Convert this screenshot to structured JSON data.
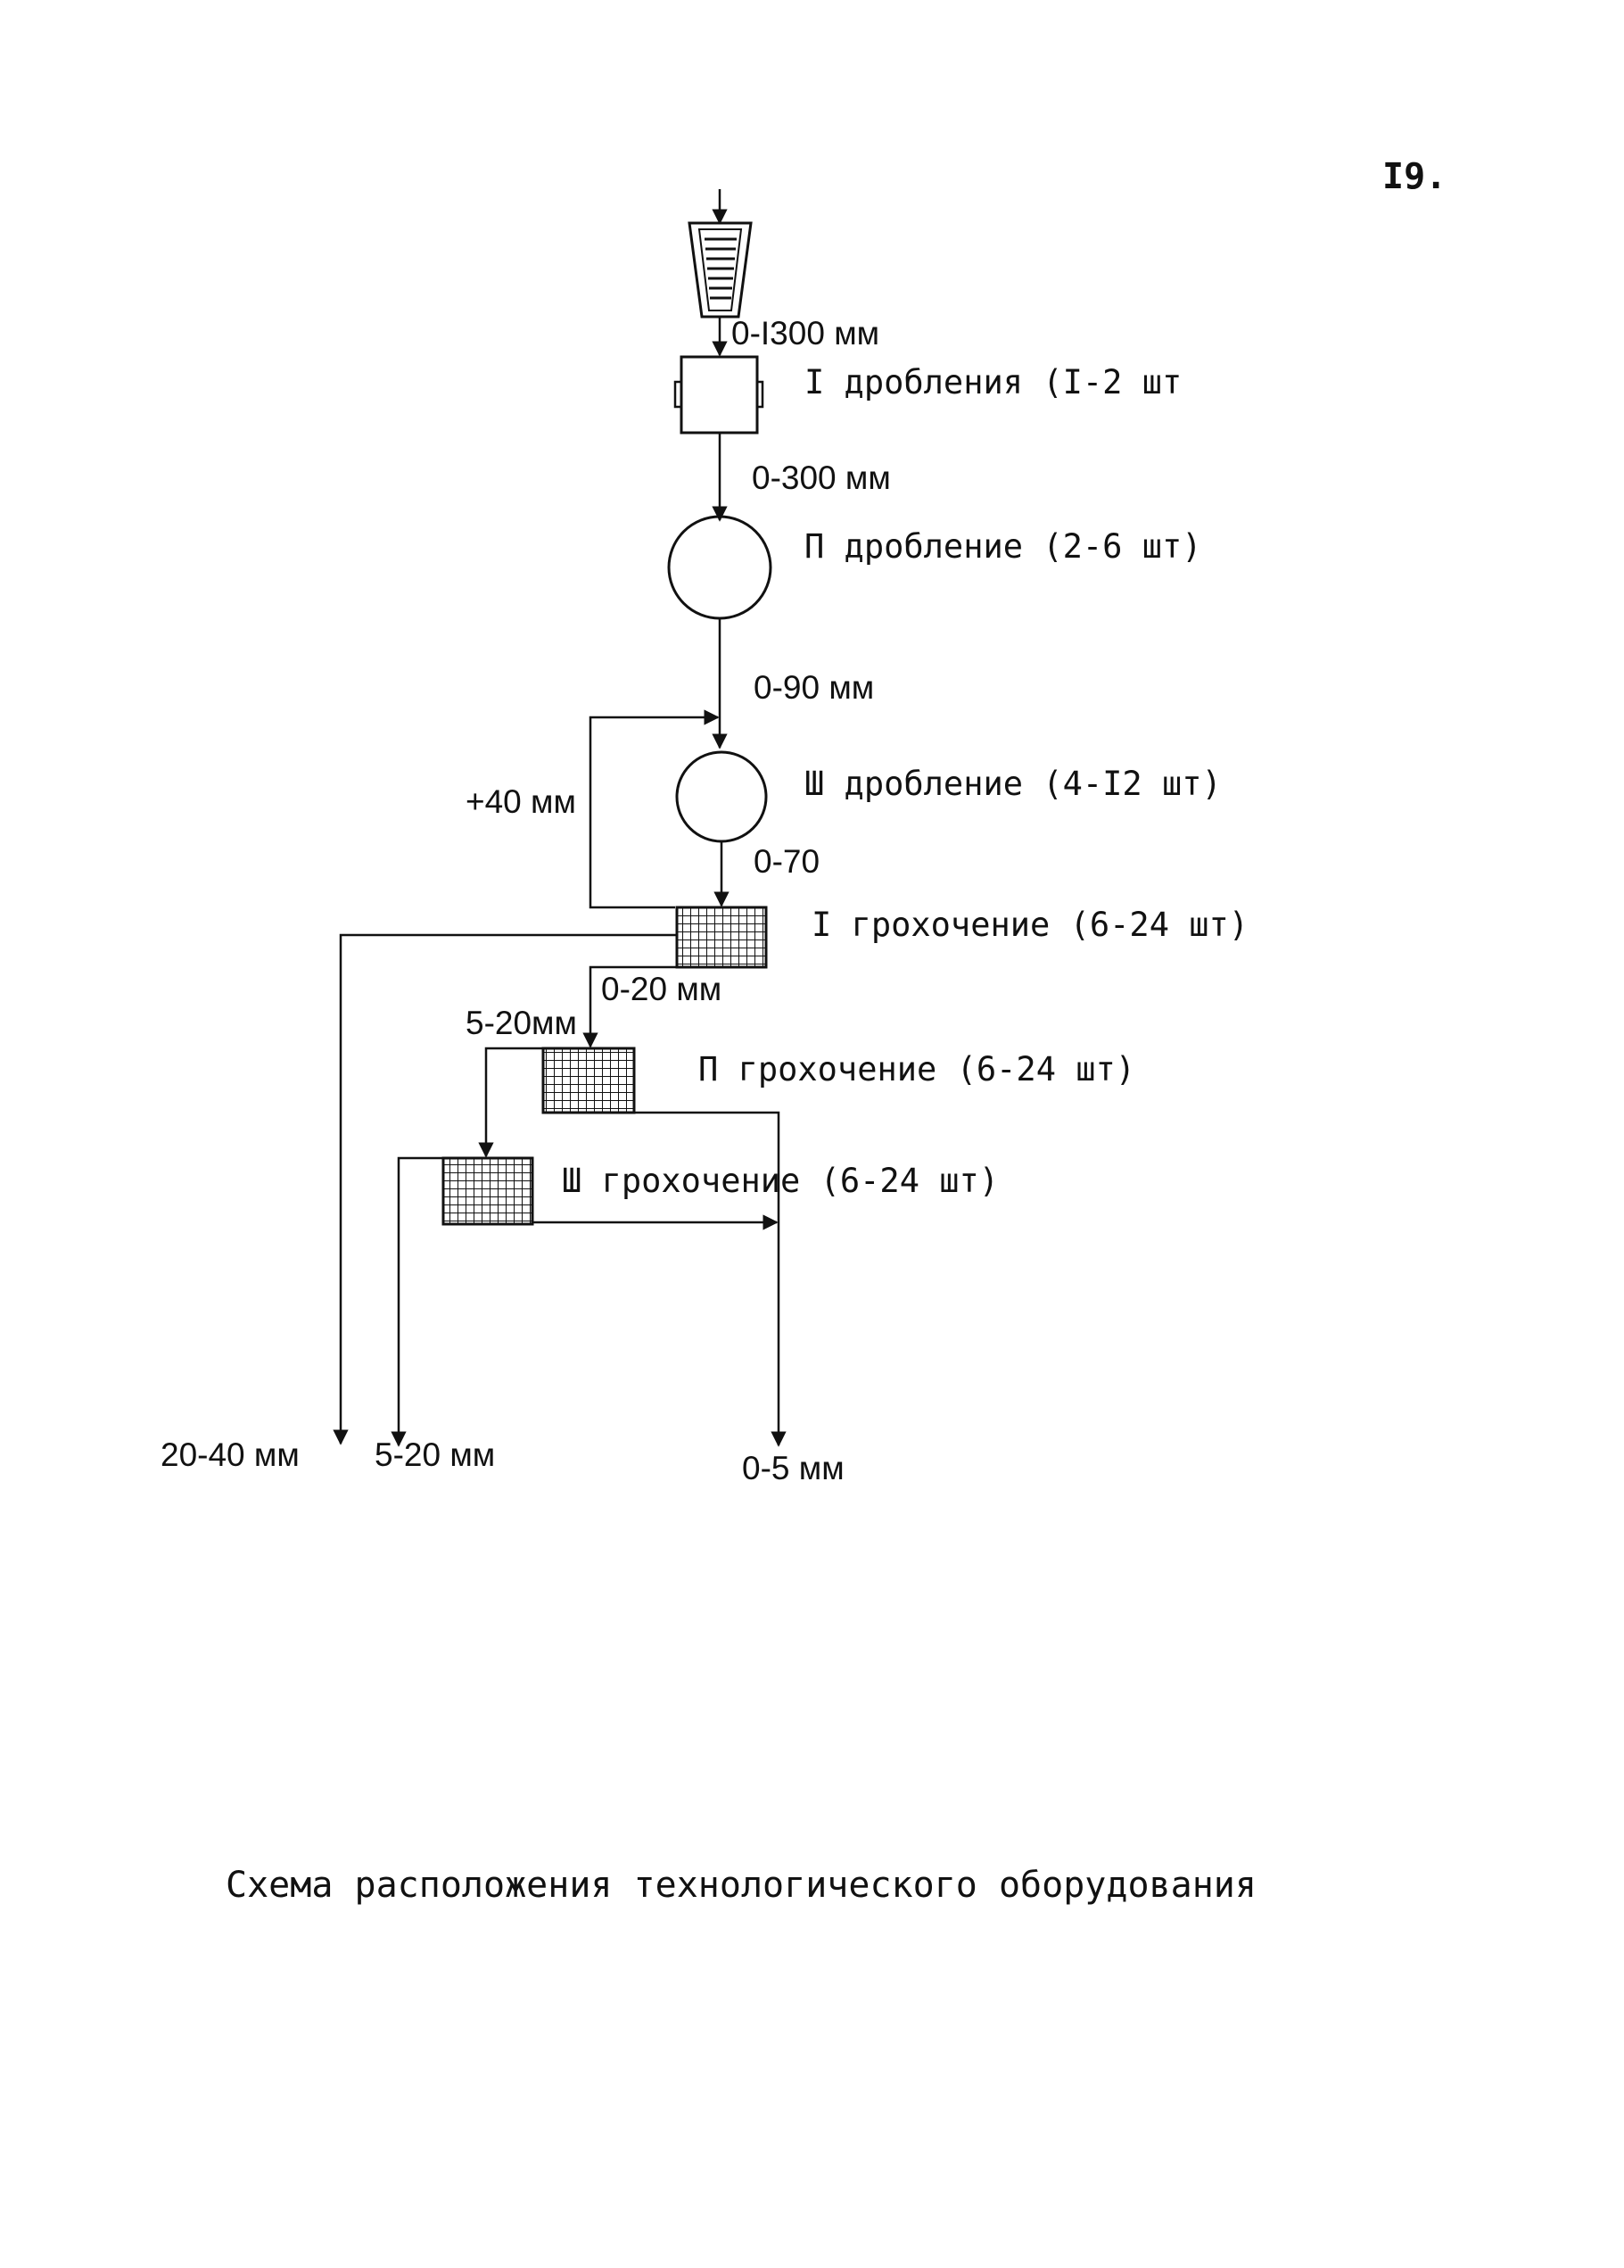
{
  "page_number": "I9.",
  "caption": "Схема расположения технологического оборудования",
  "stages": {
    "crushing_1": "I дробления (I-2 шт",
    "crushing_2": "П дробление (2-6 шт)",
    "crushing_3": "Ш дробление (4-I2 шт)",
    "screening_1": "I грохочение (6-24 шт)",
    "screening_2": "П грохочение (6-24 шт)",
    "screening_3": "Ш грохочение (6-24 шт)"
  },
  "flows": {
    "feed": "0-I300 мм",
    "after_crushing_1": "0-300 мм",
    "after_crushing_2": "0-90 мм",
    "after_crushing_3": "0-70",
    "oversize_return": "+40 мм",
    "screen1_under": "0-20 мм",
    "screen2_feed": "5-20мм"
  },
  "outputs": {
    "out_20_40": "20-40 мм",
    "out_5_20": "5-20 мм",
    "out_0_5": "0-5 мм"
  }
}
